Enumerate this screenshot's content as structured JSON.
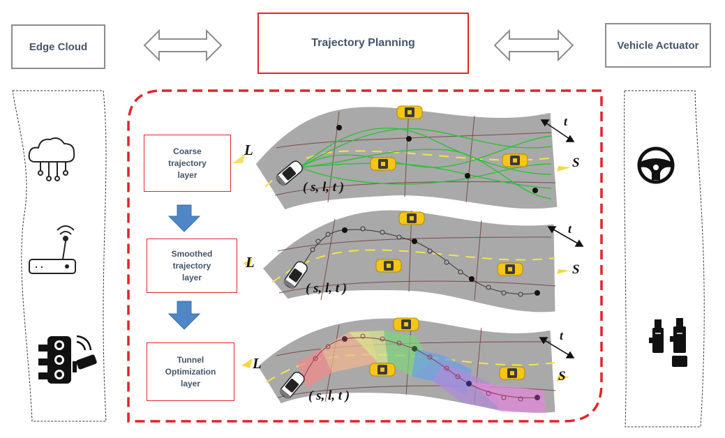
{
  "header": {
    "left_label": "Edge Cloud",
    "center_label": "Trajectory Planning",
    "right_label": "Vehicle Actuator"
  },
  "layers": [
    {
      "label_line1": "Coarse",
      "label_line2": "trajectory",
      "label_line3": "layer",
      "coord": "( s, l, t )",
      "axis_l": "L",
      "axis_s": "S",
      "axis_t": "t"
    },
    {
      "label_line1": "Smoothed",
      "label_line2": "trajectory",
      "label_line3": "layer",
      "coord": "( s, l, t )",
      "axis_l": "L",
      "axis_s": "S",
      "axis_t": "t"
    },
    {
      "label_line1": "Tunnel",
      "label_line2": "Optimization",
      "label_line3": "layer",
      "coord": "( s, l, t )",
      "axis_l": "L",
      "axis_s": "S",
      "axis_t": "t"
    }
  ],
  "left_icons": [
    "cloud-network-icon",
    "router-icon",
    "traffic-light-camera-icon"
  ],
  "right_icons": [
    "steering-wheel-icon",
    "pedals-icon"
  ],
  "colors": {
    "accent_red": "#e0242a",
    "arrow_blue": "#4f86c6",
    "road_gray": "#a9a9a9",
    "taxi_yellow": "#f5c518",
    "text_blue_gray": "#44546a"
  }
}
